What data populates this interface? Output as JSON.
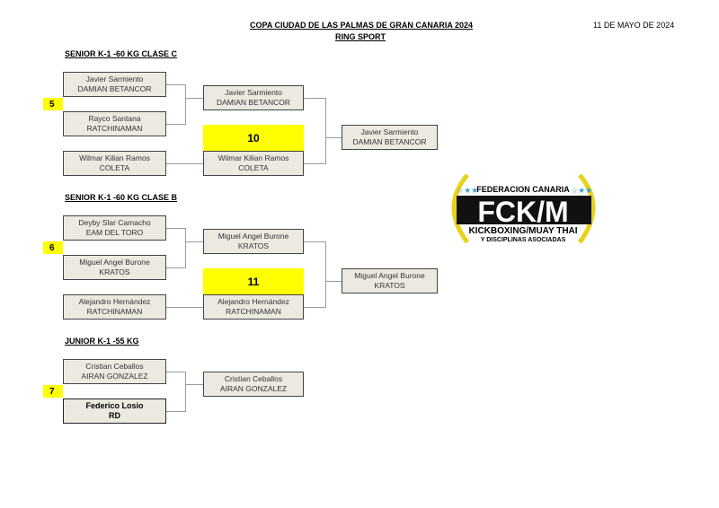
{
  "header": {
    "title": "COPA CIUDAD DE LAS PALMAS DE GRAN CANARIA 2024",
    "subtitle": "RING SPORT",
    "date": "11 DE MAYO DE 2024"
  },
  "logo": {
    "top": "FEDERACION CANARIA",
    "main": "FCK/M",
    "bottom1": "KICKBOXING/MUAY THAI",
    "bottom2": "Y DISCIPLINAS ASOCIADAS"
  },
  "sections": [
    {
      "title": "SENIOR K-1 -60 KG CLASE C",
      "seed": "5",
      "fight": "10",
      "r1": [
        {
          "name": "Javier Sarmiento",
          "club": "DAMIAN BETANCOR"
        },
        {
          "name": "Rayco Santana",
          "club": "RATCHINAMAN"
        },
        {
          "name": "Wilmar Kilian Ramos",
          "club": "COLETA"
        }
      ],
      "r2": [
        {
          "name": "Javier Sarmiento",
          "club": "DAMIAN BETANCOR"
        },
        {
          "name": "Wilmar Kilian Ramos",
          "club": "COLETA"
        }
      ],
      "winner": {
        "name": "Javier Sarmiento",
        "club": "DAMIAN BETANCOR"
      }
    },
    {
      "title": "SENIOR K-1 -60 KG CLASE B",
      "seed": "6",
      "fight": "11",
      "r1": [
        {
          "name": "Deyby Slar Camacho",
          "club": "EAM DEL TORO"
        },
        {
          "name": "Miguel Angel Burone",
          "club": "KRATOS"
        },
        {
          "name": "Alejandro Hernández",
          "club": "RATCHINAMAN"
        }
      ],
      "r2": [
        {
          "name": "Miguel Angel Burone",
          "club": "KRATOS"
        },
        {
          "name": "Alejandro Hernández",
          "club": "RATCHINAMAN"
        }
      ],
      "winner": {
        "name": "Miguel Angel Burone",
        "club": "KRATOS"
      }
    },
    {
      "title": "JUNIOR K-1 -55 KG",
      "seed": "7",
      "r1": [
        {
          "name": "Cristian Ceballos",
          "club": "AIRAN GONZALEZ"
        },
        {
          "name": "Federico Losio",
          "club": "RD"
        }
      ],
      "winner": {
        "name": "Cristian Ceballos",
        "club": "AIRAN GONZALEZ"
      }
    }
  ]
}
